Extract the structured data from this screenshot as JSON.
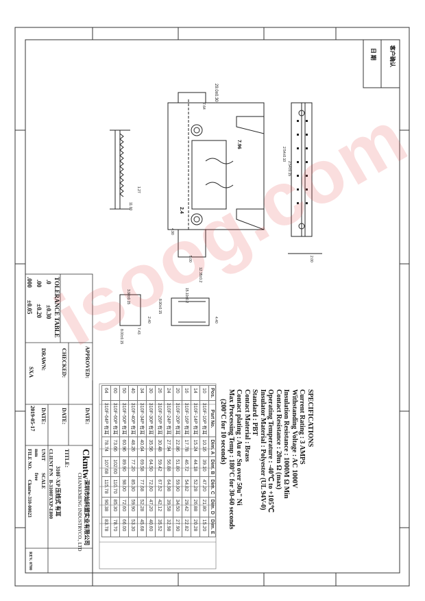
{
  "colors": {
    "line": "#333333",
    "watermark": "#e64646"
  },
  "watermark": "isoog.com",
  "customer_box": {
    "confirm_label": "客户确认",
    "date_label": "日  期"
  },
  "specs": {
    "title": "SPECIFICATIONS",
    "lines": [
      "Current Rating : 3 AMPS",
      "Withstanding Voltage : AC 1000V",
      "Insulation Resistance : 1000M Ω   Min",
      "Contact Resistance : 20m Ω (max)",
      "Operating Temperature : -40℃ to +105℃",
      "Insulator Material : Polyester (UL 94V-0)",
      "Standard : PBT",
      "Contact Material : Brass",
      "Contact plating : Au or Sn over 50u\" Ni",
      "Max Processing Temp : 180°C for 30-60 seconds",
      "(200°C for 10 seconds)"
    ]
  },
  "dimensions": {
    "top_width": "29.0±0.30",
    "d_7_96": "7.96",
    "d_2_54": "2.54±0.10",
    "d_2_54b": "2.54±0.15",
    "d_2_4": "2.4",
    "d_4_90": "4.90",
    "d_5_00": "5.00",
    "d_12_35": "12.35±0.2",
    "d_2_00": "2.00",
    "d_7_64": "7.64",
    "d_1_27": "1.27",
    "d_11_00": "11.00",
    "d_15_10": "15.10±0.2",
    "d_3_90": "3.90±0.15",
    "d_8_90": "8.90±0.15",
    "d_2_40": "2.40",
    "d_7_43": "7.43",
    "d_8_00": "8.00±0.15",
    "d_4_40": "4.40"
  },
  "table": {
    "headers": [
      "Pos.",
      "Part No.",
      "Dim. A",
      "Dim. B",
      "Dim. C",
      "Dim. D",
      "Dim. E"
    ],
    "rows": [
      [
        "10",
        "310F-10P 有耳",
        "10.16",
        "39.10",
        "47.20",
        "21.80",
        "15.20"
      ],
      [
        "14",
        "310F-14P 有耳",
        "15.24",
        "44.18",
        "52.28",
        "26.88",
        "20.28"
      ],
      [
        "16",
        "310F-16P 有耳",
        "17.78",
        "46.72",
        "54.82",
        "29.42",
        "22.82"
      ],
      [
        "20",
        "310F-20P 有耳",
        "22.86",
        "51.80",
        "59.90",
        "34.50",
        "27.90"
      ],
      [
        "24",
        "310F-24P 有耳",
        "27.94",
        "56.88",
        "64.98",
        "39.58",
        "32.98"
      ],
      [
        "26",
        "310F-26P 有耳",
        "30.48",
        "59.42",
        "67.52",
        "42.12",
        "35.52"
      ],
      [
        "30",
        "310F-30P 有耳",
        "35.56",
        "64.50",
        "72.60",
        "47.20",
        "40.60"
      ],
      [
        "34",
        "310F-34P 有耳",
        "40.64",
        "69.58",
        "77.68",
        "52.28",
        "45.68"
      ],
      [
        "40",
        "310F-40P 有耳",
        "48.26",
        "77.20",
        "85.30",
        "59.90",
        "53.30"
      ],
      [
        "50",
        "310F-50P 有耳",
        "60.96",
        "89.90",
        "98.00",
        "72.60",
        "66.00"
      ],
      [
        "60",
        "310F-60P 有耳",
        "73.66",
        "102.60",
        "110.70",
        "85.30",
        "78.70"
      ],
      [
        "64",
        "310F-64P 有耳",
        "78.74",
        "107.68",
        "115.78",
        "90.38",
        "83.78"
      ]
    ]
  },
  "tolerance": {
    "title": "TOLERANCE TABLE",
    "rows": [
      [
        ".0",
        "±0.30"
      ],
      [
        ".00",
        "±0.20"
      ],
      [
        ".000",
        "±0.05"
      ]
    ]
  },
  "title_block": {
    "approved": "APPROVED:",
    "checked": "CHECKED:",
    "drawn": "DRAWN:",
    "drawn_by": "SXA",
    "date": "DATE:",
    "date_value": "2019-05-17",
    "company_cn": "深圳市灿科盟实业有限公司",
    "company_en": "CHANKEMENG INDUSTRYCO., LTD",
    "logo": "Ckmtw",
    "title_label": "TITLE:",
    "title_value": "310F-XP 压线式 有耳",
    "client_pn_label": "CLIENT P/N",
    "client_pn": "B-3100FXXP-E800",
    "unit_label": "UNIT",
    "unit": "mm",
    "scale_label": "SCALE",
    "scale": "free",
    "file_label": "FILE NO.",
    "file_no": "Ckmtw-310-00023",
    "rev_label": "REV.",
    "rev": "0700"
  }
}
